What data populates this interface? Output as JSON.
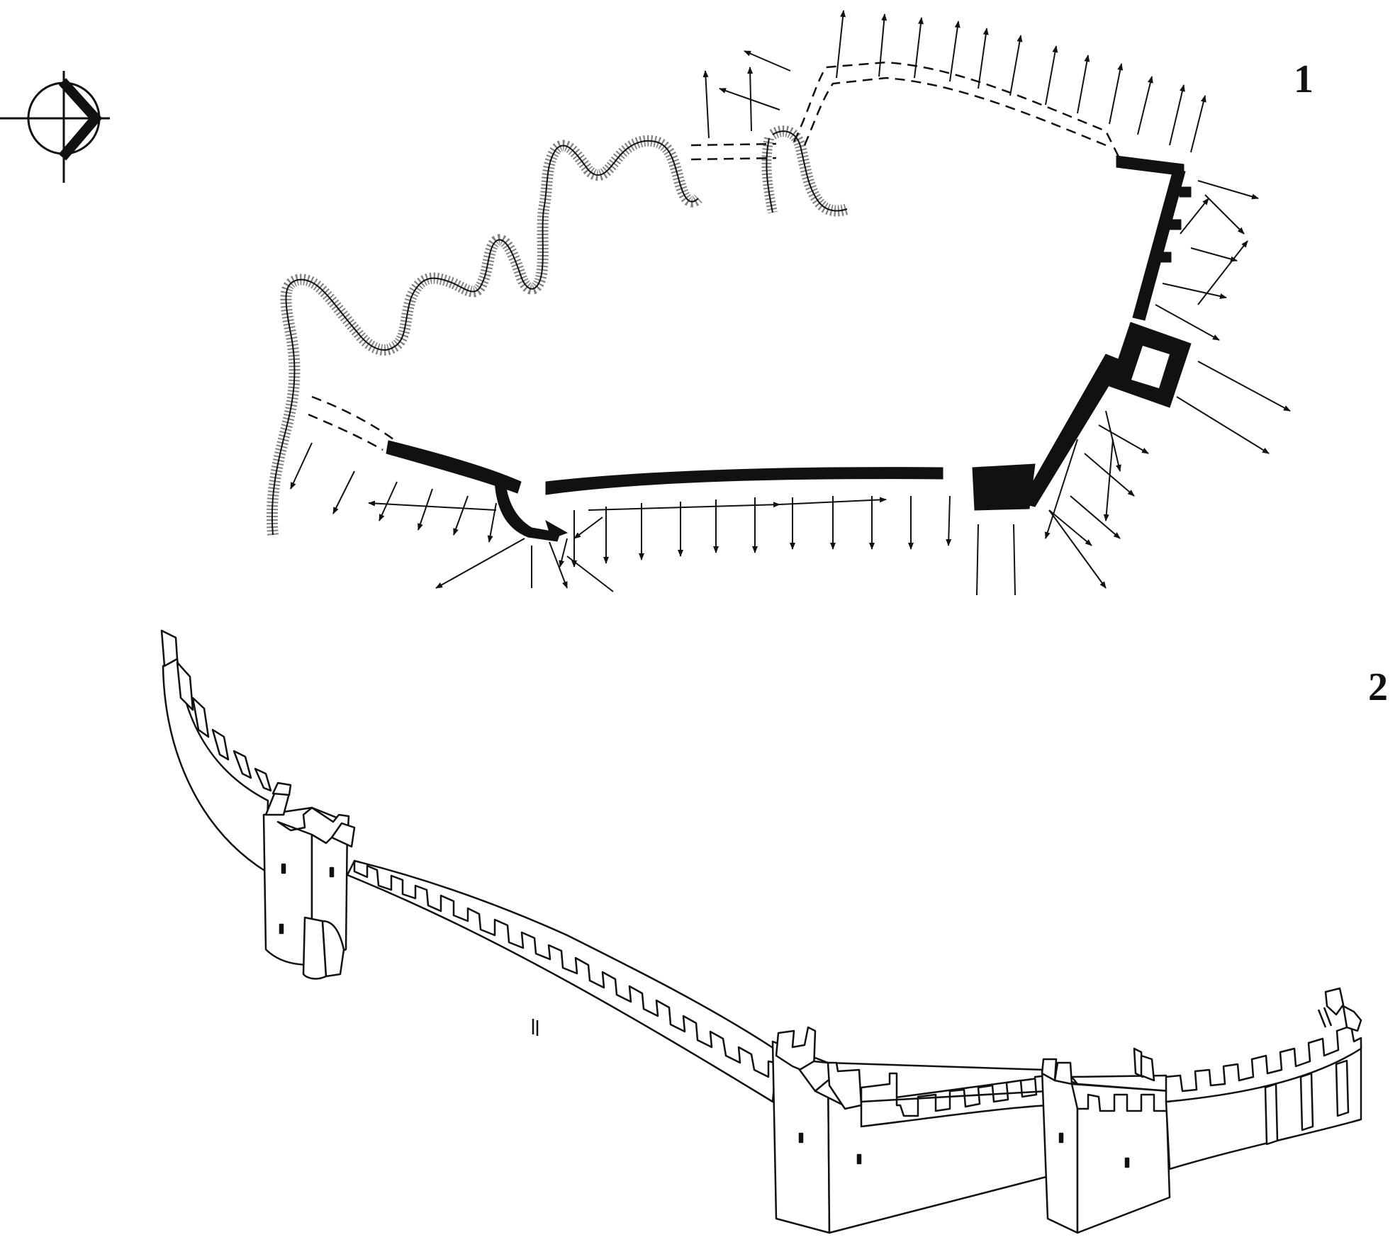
{
  "figure": {
    "panels": [
      {
        "id": "plan",
        "label": "1"
      },
      {
        "id": "isometric",
        "label": "2"
      }
    ],
    "north_symbol": "compass-arrow-icon",
    "colors": {
      "ink": "#111111",
      "paper": "#ffffff",
      "hatch": "#555555"
    }
  }
}
